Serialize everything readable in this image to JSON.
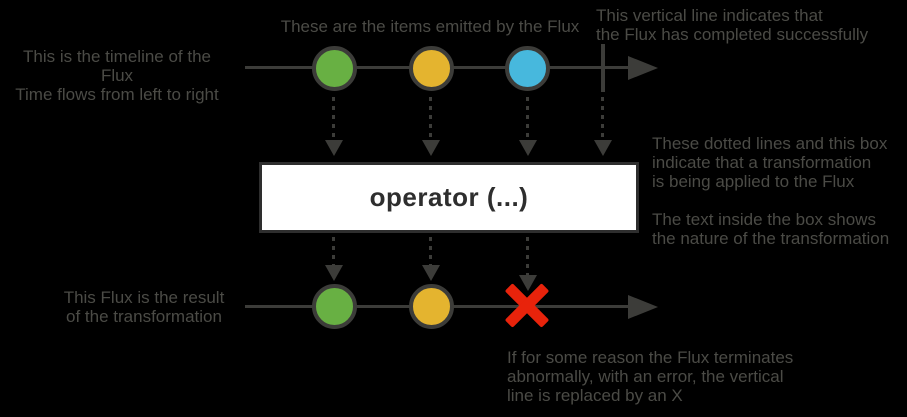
{
  "colors": {
    "background": "#000000",
    "text": "#4b4b46",
    "stroke": "#3c3c39",
    "item_green": "#68b043",
    "item_yellow": "#e4b42f",
    "item_blue": "#47b8dd",
    "error_red": "#e8230b",
    "box_fill": "#ffffff",
    "box_border": "#2e2e2e"
  },
  "operator_box": {
    "label": "operator (...)"
  },
  "upper_timeline": {
    "items": [
      {
        "name": "green item",
        "color_key": "item_green"
      },
      {
        "name": "yellow item",
        "color_key": "item_yellow"
      },
      {
        "name": "blue item",
        "color_key": "item_blue"
      }
    ],
    "terminal": "complete"
  },
  "lower_timeline": {
    "items": [
      {
        "name": "green item",
        "color_key": "item_green"
      },
      {
        "name": "yellow item",
        "color_key": "item_yellow"
      }
    ],
    "terminal": "error"
  },
  "annotations": {
    "timeline_hint": {
      "lines": [
        "This is the timeline of the Flux",
        "Time flows from left to right"
      ]
    },
    "items_hint": {
      "lines": [
        "These are the items emitted by the Flux"
      ]
    },
    "complete_hint": {
      "lines": [
        "This vertical line indicates that",
        "the Flux has completed successfully"
      ]
    },
    "transform_hint": {
      "lines": [
        "These dotted lines and this box",
        "indicate that a transformation",
        "is being applied to the Flux"
      ]
    },
    "box_label_hint": {
      "lines": [
        "The text inside the box shows",
        "the nature of the transformation"
      ]
    },
    "result_hint": {
      "lines": [
        "This Flux is the result",
        "of the transformation"
      ]
    },
    "error_hint": {
      "lines": [
        "If for some reason the Flux terminates",
        "abnormally, with an error, the vertical",
        "line is replaced by an X"
      ]
    }
  }
}
